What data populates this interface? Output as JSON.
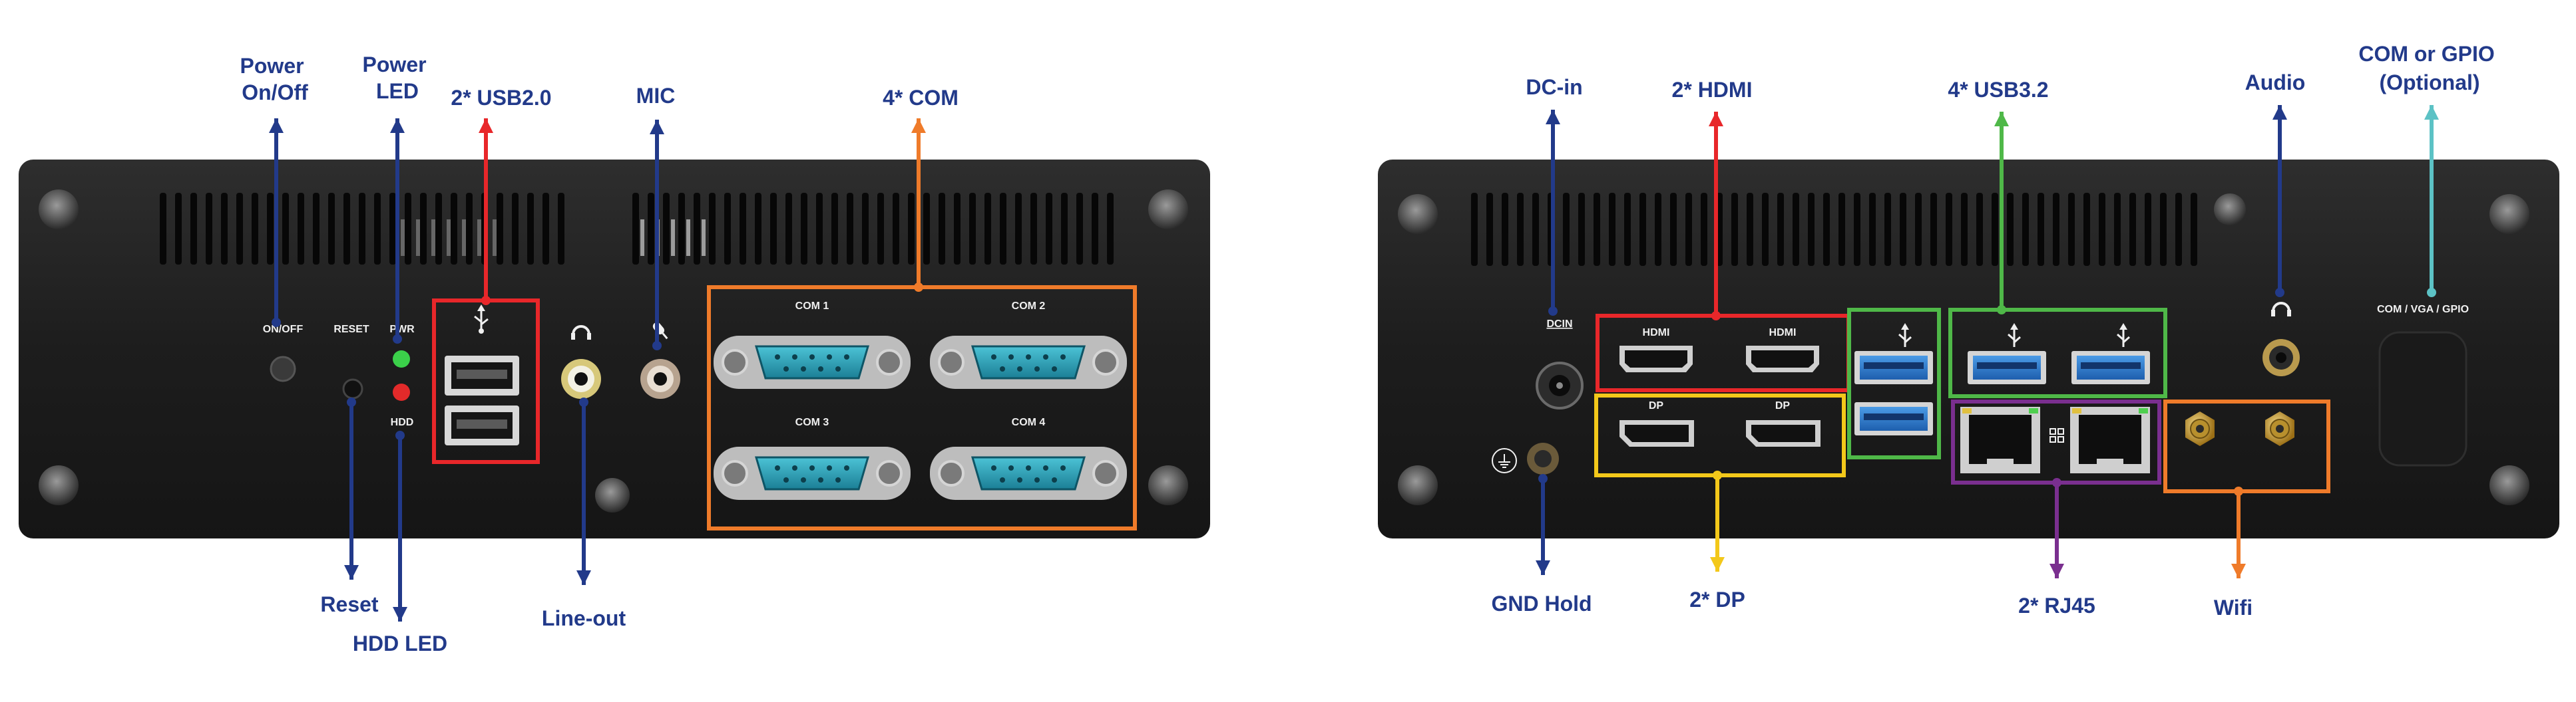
{
  "colors": {
    "label_blue": "#223a8a",
    "red": "#e8272a",
    "orange": "#ef7b2a",
    "yellow": "#f3c81a",
    "green": "#4fb848",
    "purple": "#7a2f8f",
    "teal": "#5cc2c5",
    "chassis": "#222222",
    "vent": "#0a0a0a",
    "port_blue": "#2b7ed1",
    "com_teal": "#2aa3b8",
    "gold": "#c99b2f"
  },
  "front_panel": {
    "callouts": {
      "power_onoff_line1": "Power",
      "power_onoff_line2": "On/Off",
      "power_led_line1": "Power",
      "power_led_line2": "LED",
      "usb20": "2* USB2.0",
      "mic": "MIC",
      "com4": "4* COM",
      "reset": "Reset",
      "hdd_led": "HDD LED",
      "line_out": "Line-out"
    },
    "silkscreen": {
      "onoff": "ON/OFF",
      "reset": "RESET",
      "pwr": "PWR",
      "hdd": "HDD",
      "com1": "COM 1",
      "com2": "COM 2",
      "com3": "COM 3",
      "com4": "COM 4"
    },
    "icons": [
      "usb-icon",
      "headphone-icon",
      "mic-icon"
    ]
  },
  "rear_panel": {
    "callouts": {
      "dc_in": "DC-in",
      "hdmi2": "2* HDMI",
      "usb32": "4* USB3.2",
      "audio": "Audio",
      "com_gpio_line1": "COM or GPIO",
      "com_gpio_line2": "(Optional)",
      "gnd_hold": "GND Hold",
      "dp2": "2* DP",
      "rj45": "2* RJ45",
      "wifi": "Wifi"
    },
    "silkscreen": {
      "dcin": "DCIN",
      "hdmi1": "HDMI",
      "hdmi2": "HDMI",
      "dp1": "DP",
      "dp2": "DP",
      "com_vga_gpio": "COM / VGA / GPIO"
    },
    "icons": [
      "ground-icon",
      "usb-icon",
      "headphone-icon",
      "lan-icon"
    ]
  }
}
